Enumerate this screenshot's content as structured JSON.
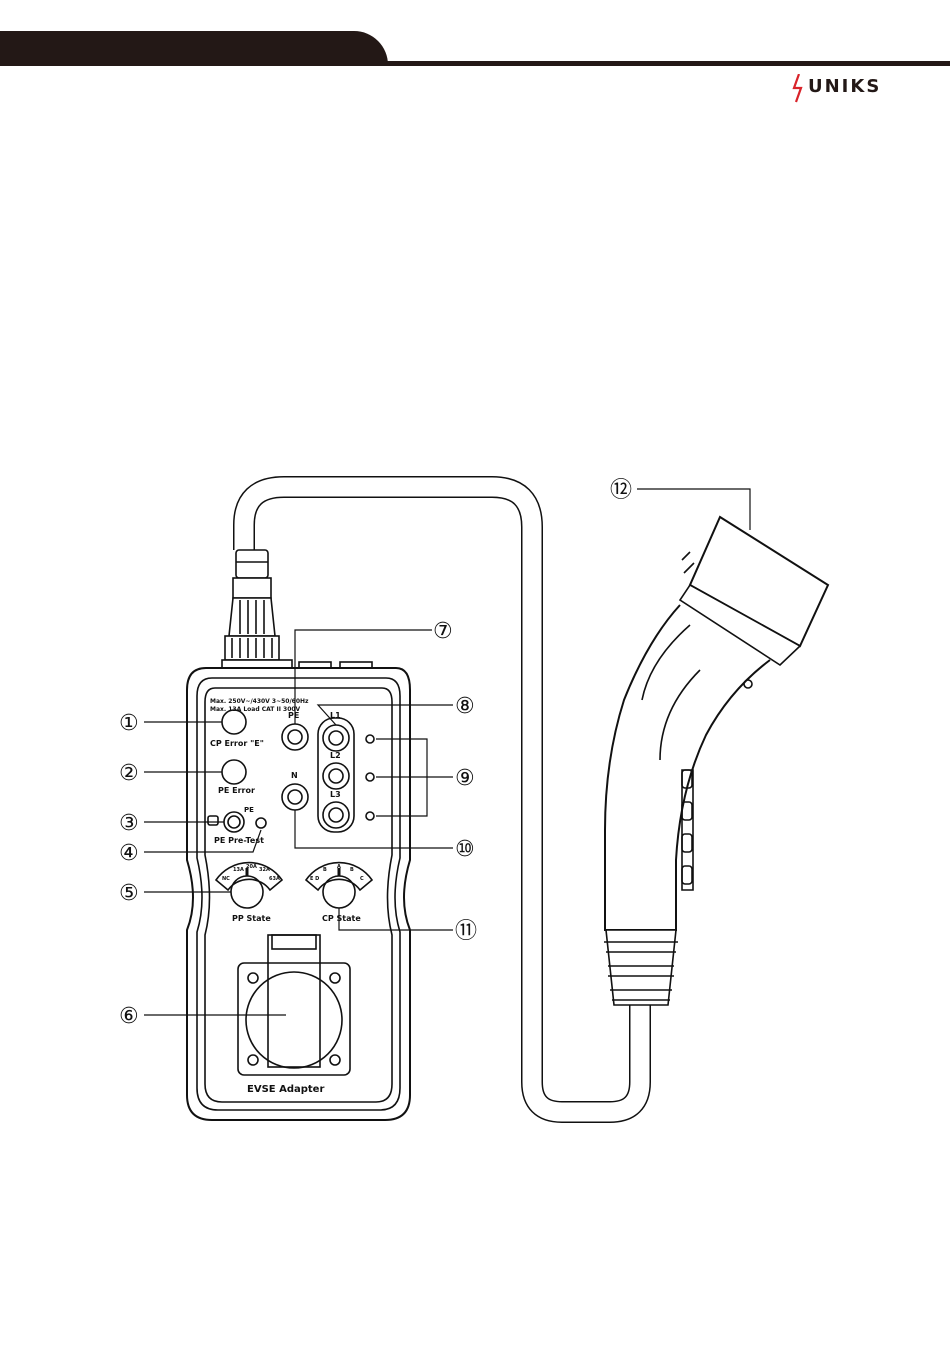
{
  "header": {
    "brand": "UNIKS",
    "brand_color": "#d9232a",
    "bar_color": "#231816"
  },
  "device": {
    "spec_line_1": "Max. 250V~/430V 3~50/60Hz",
    "spec_line_2": "Max. 13A Load CAT II 300V",
    "cp_error": "CP Error \"E\"",
    "pe_error": "PE Error",
    "pe_small": "PE",
    "pe_pretest": "PE Pre-Test",
    "pp_state": "PP State",
    "cp_state": "CP State",
    "pp_positions": [
      "NC",
      "13A",
      "20A",
      "32A",
      "63A"
    ],
    "cp_positions": [
      "E D",
      "B",
      "A",
      "B",
      "C"
    ],
    "socket_labels": [
      "PE",
      "N",
      "L1",
      "L2",
      "L3"
    ],
    "name": "EVSE Adapter"
  },
  "callouts": [
    "①",
    "②",
    "③",
    "④",
    "⑤",
    "⑥",
    "⑦",
    "⑧",
    "⑨",
    "⑩",
    "⑪",
    "⑫"
  ]
}
